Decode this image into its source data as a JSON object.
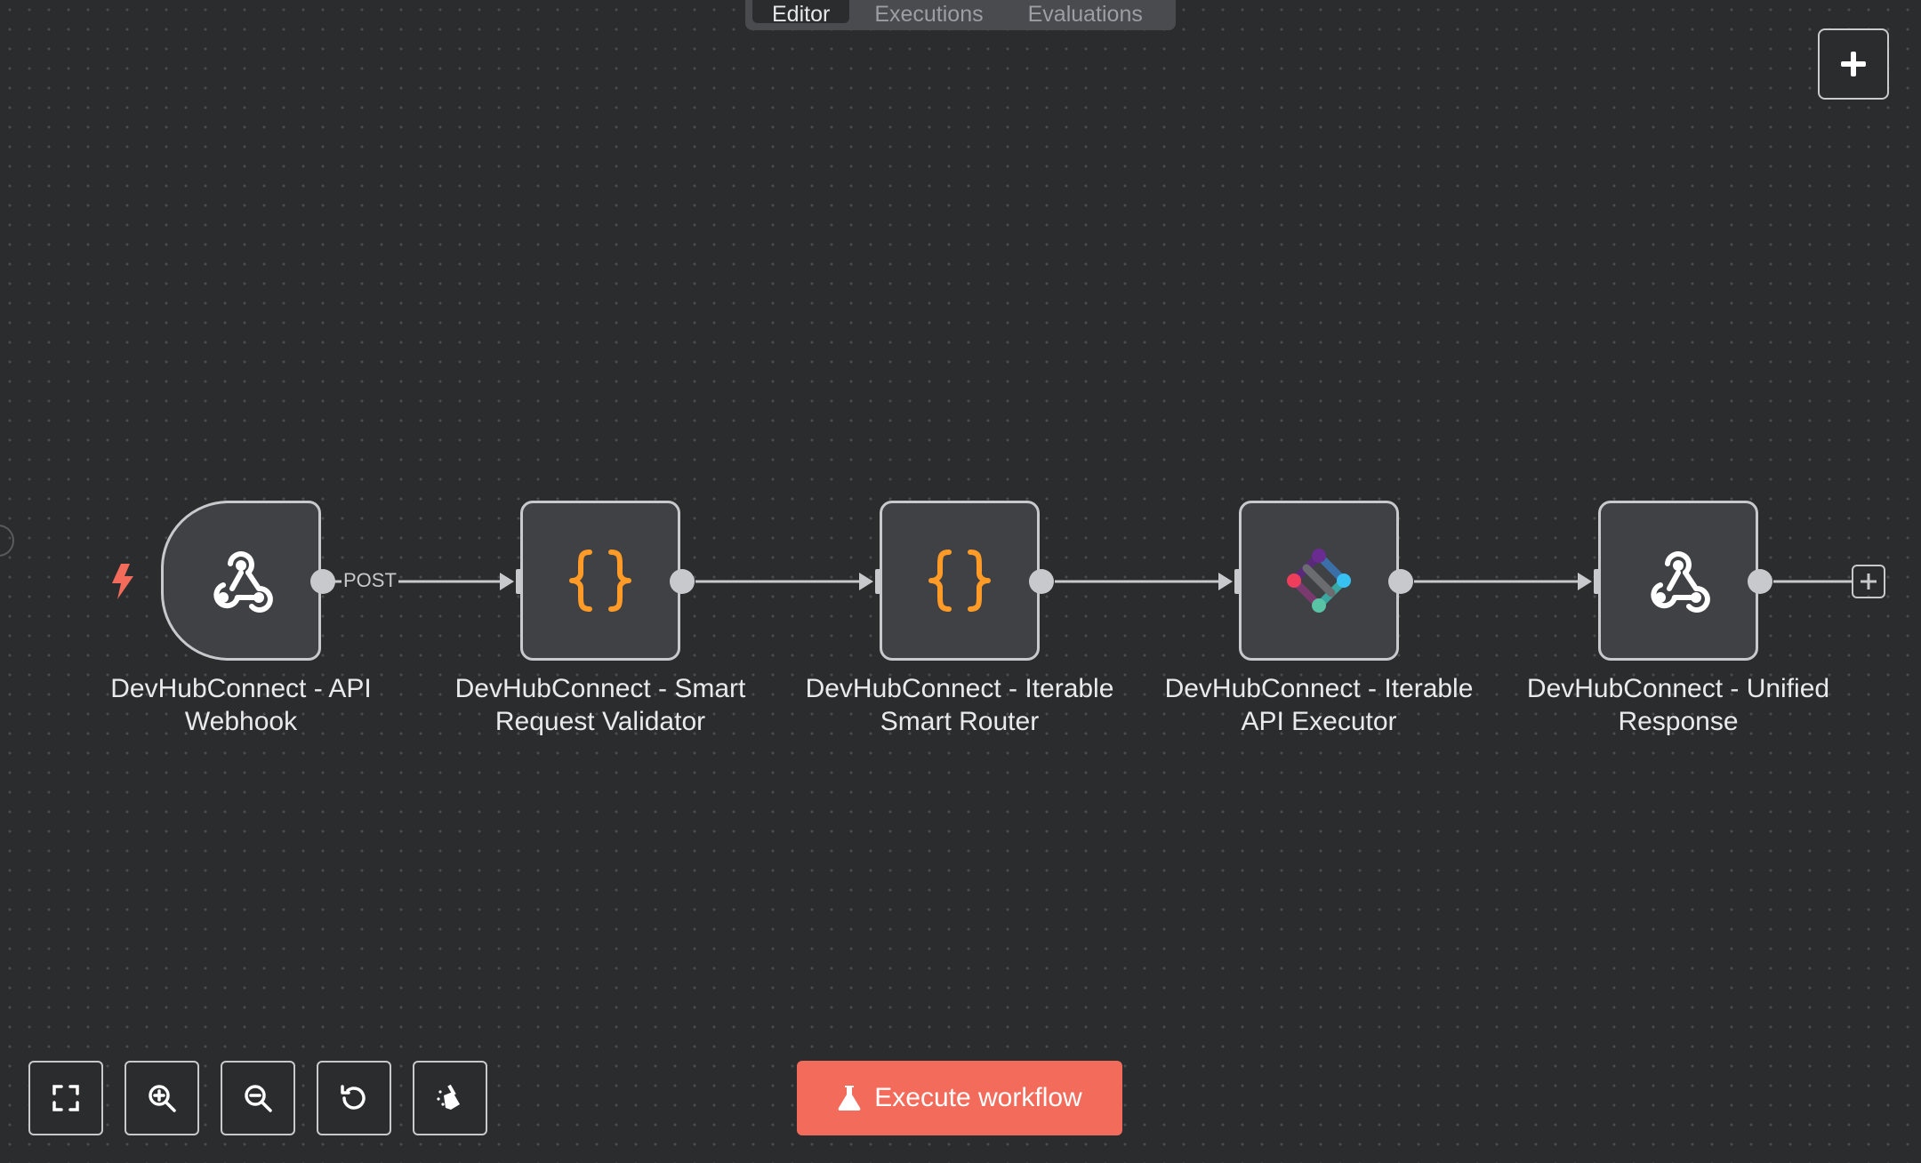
{
  "tabs": [
    {
      "label": "Editor",
      "active": true
    },
    {
      "label": "Executions",
      "active": false
    },
    {
      "label": "Evaluations",
      "active": false
    }
  ],
  "nodes": [
    {
      "id": "api-webhook",
      "line1": "DevHubConnect - API",
      "line2": "Webhook",
      "icon": "webhook-icon"
    },
    {
      "id": "smart-request-validator",
      "line1": "DevHubConnect - Smart",
      "line2": "Request Validator",
      "icon": "code-braces-icon"
    },
    {
      "id": "iterable-smart-router",
      "line1": "DevHubConnect - Iterable",
      "line2": "Smart Router",
      "icon": "code-braces-icon"
    },
    {
      "id": "iterable-api-executor",
      "line1": "DevHubConnect - Iterable",
      "line2": "API Executor",
      "icon": "iterable-logo-icon"
    },
    {
      "id": "unified-response",
      "line1": "DevHubConnect - Unified",
      "line2": "Response",
      "icon": "webhook-icon"
    }
  ],
  "connections": [
    {
      "from": "api-webhook",
      "to": "smart-request-validator",
      "label": "POST"
    },
    {
      "from": "smart-request-validator",
      "to": "iterable-smart-router",
      "label": ""
    },
    {
      "from": "iterable-smart-router",
      "to": "iterable-api-executor",
      "label": ""
    },
    {
      "from": "iterable-api-executor",
      "to": "unified-response",
      "label": ""
    }
  ],
  "toolbar": {
    "execute_label": "Execute workflow",
    "controls": [
      "fit-view-icon",
      "zoom-in-icon",
      "zoom-out-icon",
      "reset-zoom-icon",
      "tidy-up-icon"
    ]
  },
  "colors": {
    "canvas_bg": "#2b2c2d",
    "node_bg": "#404144",
    "node_border": "#c8c9cd",
    "code_icon": "#ff9b26",
    "trigger_bolt": "#f26b5b",
    "execute_button": "#f26b5b"
  }
}
